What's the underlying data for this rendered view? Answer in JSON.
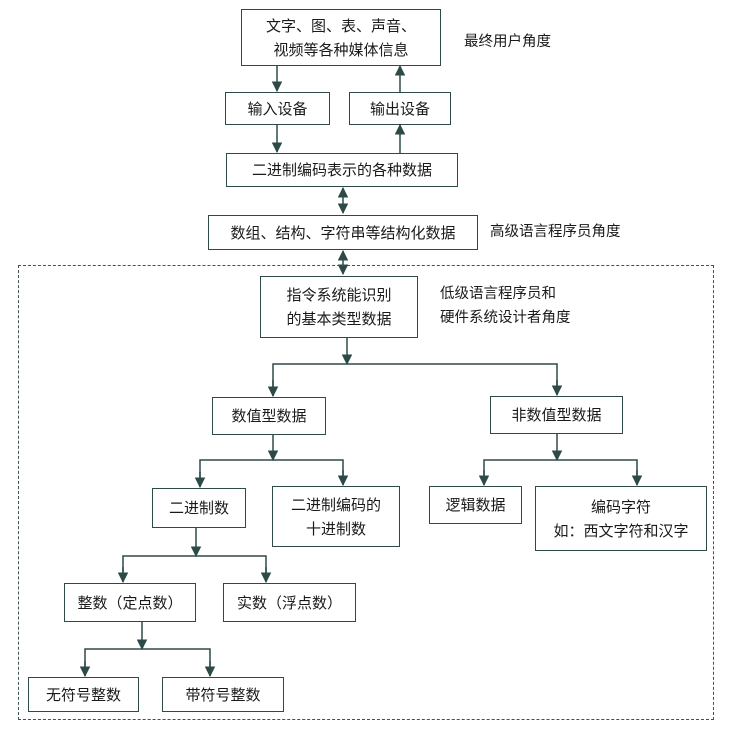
{
  "title": "数据的表示层次",
  "colors": {
    "line": "#2e4a48",
    "text": "#1a1a1a",
    "frame": "#3a5553"
  },
  "nodes": {
    "media": {
      "lines": [
        "文字、图、表、声音、",
        "视频等各种媒体信息"
      ]
    },
    "input": {
      "lines": [
        "输入设备"
      ]
    },
    "output": {
      "lines": [
        "输出设备"
      ]
    },
    "binary": {
      "lines": [
        "二进制编码表示的各种数据"
      ]
    },
    "structured": {
      "lines": [
        "数组、结构、字符串等结构化数据"
      ]
    },
    "basic": {
      "lines": [
        "指令系统能识别",
        "的基本类型数据"
      ]
    },
    "numeric": {
      "lines": [
        "数值型数据"
      ]
    },
    "nonnumeric": {
      "lines": [
        "非数值型数据"
      ]
    },
    "binnum": {
      "lines": [
        "二进制数"
      ]
    },
    "bcd": {
      "lines": [
        "二进制编码的",
        "十进制数"
      ]
    },
    "logic": {
      "lines": [
        "逻辑数据"
      ]
    },
    "chars": {
      "lines": [
        "编码字符",
        "如：西文字符和汉字"
      ]
    },
    "integer": {
      "lines": [
        "整数（定点数）"
      ]
    },
    "real": {
      "lines": [
        "实数（浮点数）"
      ]
    },
    "unsigned": {
      "lines": [
        "无符号整数"
      ]
    },
    "signed": {
      "lines": [
        "带符号整数"
      ]
    }
  },
  "perspectives": {
    "end_user": {
      "lines": [
        "最终用户角度"
      ]
    },
    "high_level": {
      "lines": [
        "高级语言程序员角度"
      ]
    },
    "low_level": {
      "lines": [
        "低级语言程序员和",
        "硬件系统设计者角度"
      ]
    }
  },
  "edges": [
    {
      "from": "media",
      "to": "input",
      "direction": "forward"
    },
    {
      "from": "output",
      "to": "media",
      "direction": "forward"
    },
    {
      "from": "input",
      "to": "binary",
      "direction": "forward"
    },
    {
      "from": "binary",
      "to": "output",
      "direction": "forward"
    },
    {
      "from": "binary",
      "to": "structured",
      "direction": "both"
    },
    {
      "from": "structured",
      "to": "basic",
      "direction": "both"
    },
    {
      "from": "basic",
      "to": [
        "numeric",
        "nonnumeric"
      ],
      "direction": "forward"
    },
    {
      "from": "numeric",
      "to": [
        "binnum",
        "bcd"
      ],
      "direction": "forward"
    },
    {
      "from": "nonnumeric",
      "to": [
        "logic",
        "chars"
      ],
      "direction": "forward"
    },
    {
      "from": "binnum",
      "to": [
        "integer",
        "real"
      ],
      "direction": "forward"
    },
    {
      "from": "integer",
      "to": [
        "unsigned",
        "signed"
      ],
      "direction": "forward"
    }
  ]
}
